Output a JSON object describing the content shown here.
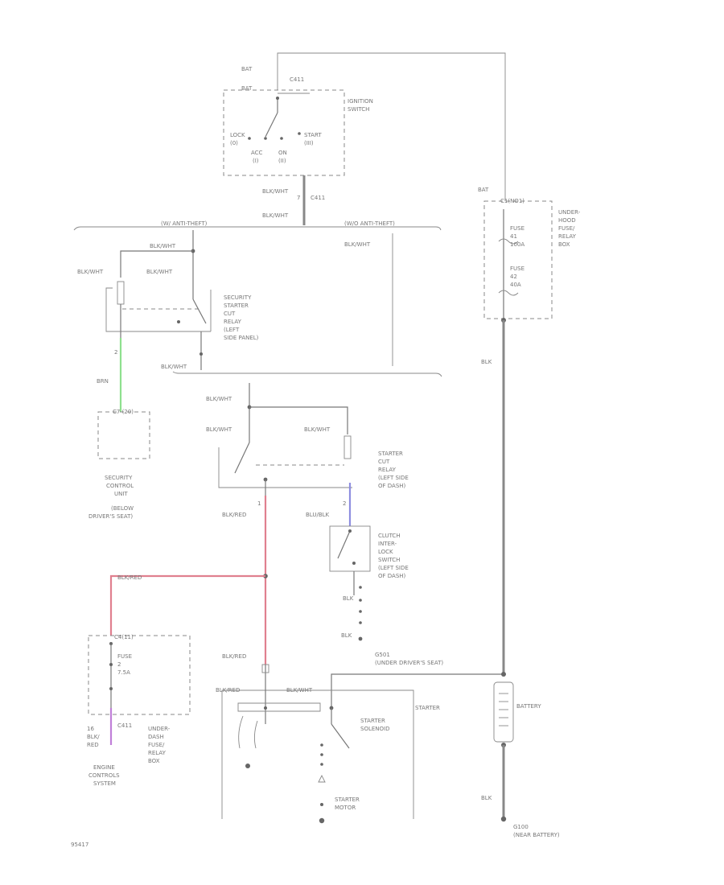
{
  "ignition_switch": {
    "bat_in": "BAT",
    "pin_a": "C411",
    "pin_b": "BAT",
    "name_line1": "IGNITION",
    "name_line2": "SWITCH",
    "lock_label": "LOCK",
    "lock_pos": "(0)",
    "acc_label": "ACC",
    "acc_pos": "(I)",
    "on_label": "ON",
    "on_pos": "(II)",
    "start_label": "START",
    "start_pos": "(III)",
    "out_wire": "BLK/WHT",
    "out_pin": "7",
    "out_conn": "C411",
    "out_wire2": "BLK/WHT"
  },
  "bus": {
    "left": "(W/ ANTI-THEFT)",
    "right": "(W/O ANTI-THEFT)",
    "right_wire": "BLK/WHT"
  },
  "security_relay": {
    "wire_top": "BLK/WHT",
    "wire_left": "BLK/WHT",
    "wire_mid": "BLK/WHT",
    "line1": "SECURITY",
    "line2": "STARTER",
    "line3": "CUT",
    "line4": "RELAY",
    "line5": "(LEFT",
    "line6": "SIDE PANEL)",
    "pin": "2",
    "wire_bottom": "BLK/WHT"
  },
  "security_unit": {
    "wire": "BRN",
    "conn": "C7 (20)",
    "line1": "SECURITY",
    "line2": "CONTROL",
    "line3": "UNIT",
    "line4": "(BELOW",
    "line5": "DRIVER'S SEAT)"
  },
  "starter_cut_relay": {
    "wire_top": "BLK/WHT",
    "wire_left": "BLK/WHT",
    "wire_right": "BLK/WHT",
    "line1": "STARTER",
    "line2": "CUT",
    "line3": "RELAY",
    "line4": "(LEFT SIDE",
    "line5": "OF DASH)",
    "wire_out": "BLK/RED",
    "pin_out": "1",
    "wire_blu": "BLU/BLK",
    "pin_blu": "2"
  },
  "clutch_switch": {
    "line1": "CLUTCH",
    "line2": "INTER-",
    "line3": "LOCK",
    "line4": "SWITCH",
    "line5": "(LEFT SIDE",
    "line6": "OF DASH)",
    "wire1": "BLK",
    "wire2": "BLK"
  },
  "junction": {
    "wire": "BLK/RED"
  },
  "fuse_box_left": {
    "top_conn": "C4(11)",
    "fuse": "FUSE",
    "fuse_no": "2",
    "amp": "7.5A",
    "bottom_conn": "C411",
    "wire_id": "16",
    "wire_color1": "BLK/",
    "wire_color2": "RED",
    "line1": "UNDER-",
    "line2": "DASH",
    "line3": "FUSE/",
    "line4": "RELAY",
    "line5": "BOX"
  },
  "engine_controls": {
    "line1": "ENGINE",
    "line2": "CONTROLS",
    "line3": "SYSTEM"
  },
  "fuse_box_right": {
    "bat": "BAT",
    "conn": "C1(NO1)",
    "fuse1": "FUSE",
    "fuse1_no": "41",
    "fuse1_amp": "100A",
    "fuse2": "FUSE",
    "fuse2_no": "42",
    "fuse2_amp": "40A",
    "line1": "UNDER-",
    "line2": "HOOD",
    "line3": "FUSE/",
    "line4": "RELAY",
    "line5": "BOX",
    "wire": "BLK"
  },
  "ground": {
    "id": "G501",
    "location": "(UNDER DRIVER'S SEAT)"
  },
  "starter": {
    "wire_left": "BLK/RED",
    "wire_right": "BLK/WHT",
    "title": "STARTER",
    "solenoid1": "STARTER",
    "solenoid2": "SOLENOID",
    "motor1": "STARTER",
    "motor2": "MOTOR",
    "label_starter": "STARTER"
  },
  "battery": {
    "label": "BATTERY",
    "wire": "BLK",
    "gnd": "G100",
    "gnd_loc": "(NEAR BATTERY)"
  },
  "footer": {
    "code": "95417"
  }
}
